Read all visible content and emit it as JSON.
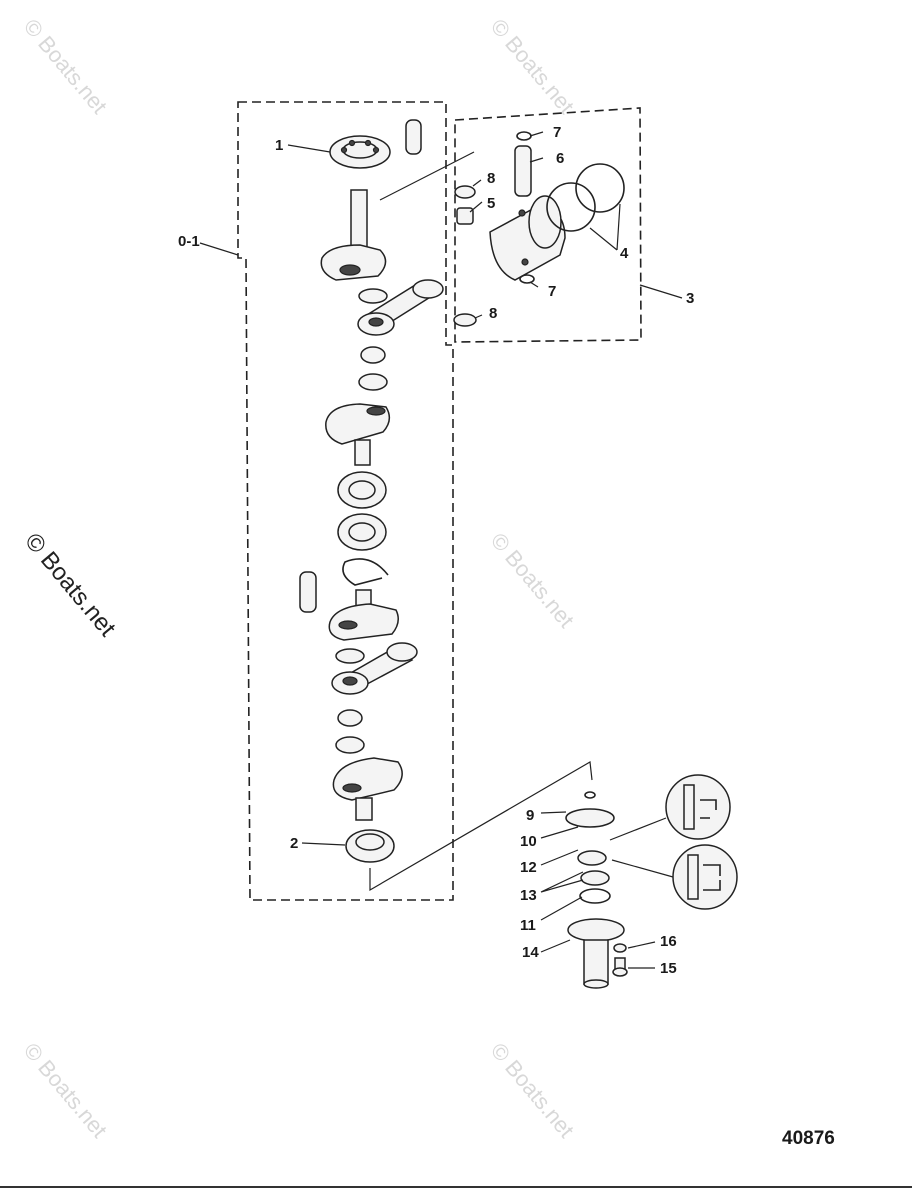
{
  "watermark": "© Boats.net",
  "drawing_number": "40876",
  "callouts": {
    "c1": "1",
    "c2": "2",
    "c3": "3",
    "c4": "4",
    "c5": "5",
    "c6": "6",
    "c7a": "7",
    "c7b": "7",
    "c8a": "8",
    "c8b": "8",
    "c9": "9",
    "c10": "10",
    "c11": "11",
    "c12": "12",
    "c13": "13",
    "c14": "14",
    "c15": "15",
    "c16": "16",
    "c01": "0-1"
  }
}
